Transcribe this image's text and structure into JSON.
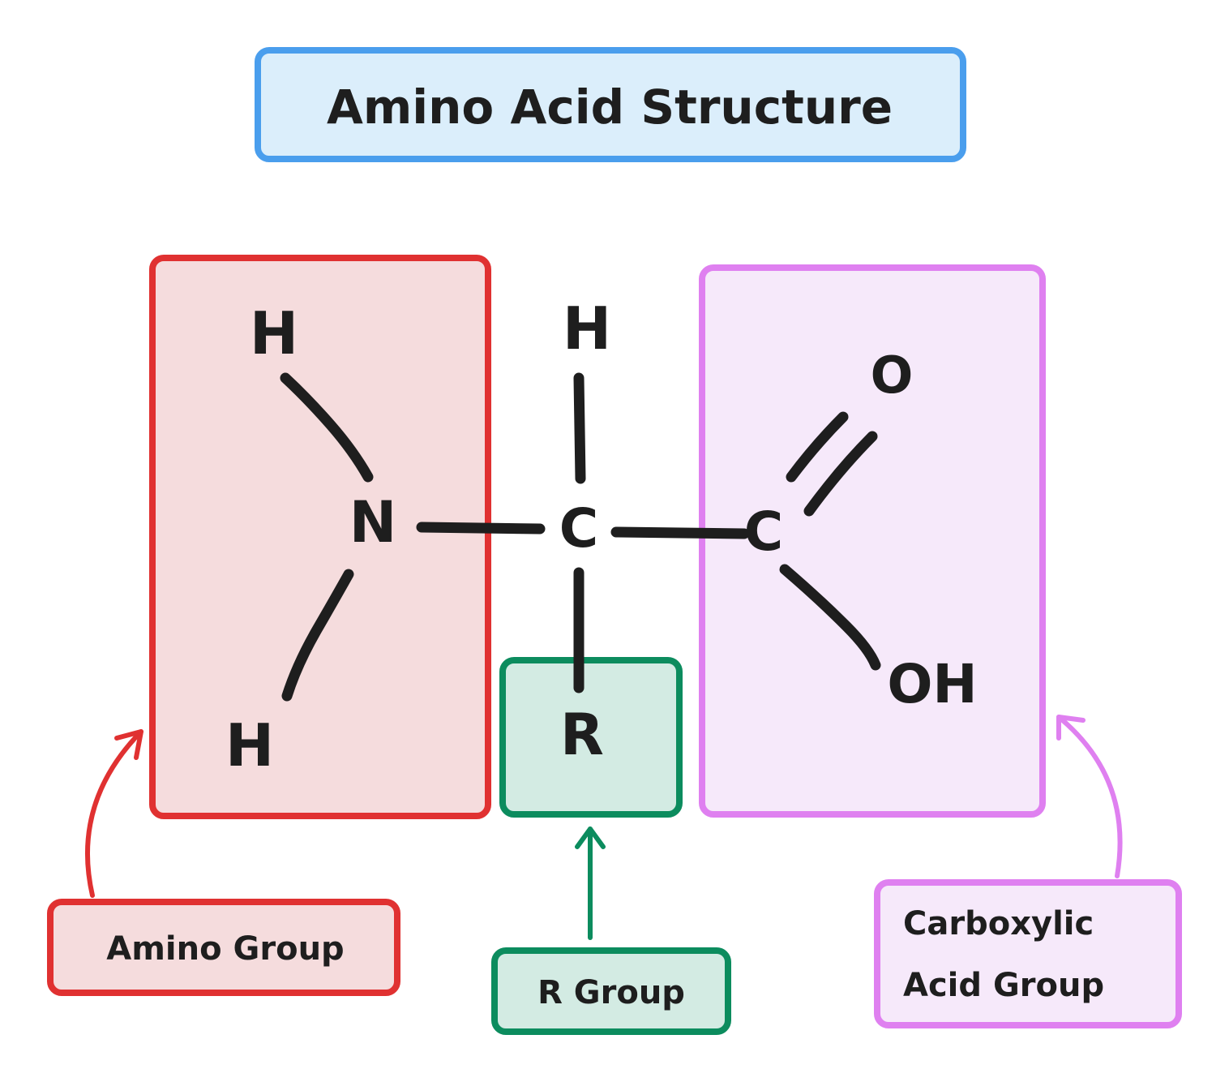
{
  "title": "Amino Acid Structure",
  "atoms": {
    "n": "N",
    "n_h_top": "H",
    "n_h_bottom": "H",
    "alpha_c": "C",
    "alpha_h": "H",
    "r": "R",
    "carboxyl_c": "C",
    "oxygen": "O",
    "hydroxyl": "OH"
  },
  "labels": {
    "amino_group": "Amino Group",
    "r_group": "R Group",
    "carboxylic_line1": "Carboxylic",
    "carboxylic_line2": "Acid Group"
  },
  "colors": {
    "title_stroke": "#4a9eed",
    "title_fill": "#dbeefb",
    "amino_stroke": "#e03131",
    "amino_fill": "#f5dcdd",
    "r_stroke": "#0c8c5e",
    "r_fill": "#d3ebe3",
    "carboxyl_stroke": "#df80f0",
    "carboxyl_fill": "#f6e9fa",
    "ink": "#1e1e1e"
  }
}
